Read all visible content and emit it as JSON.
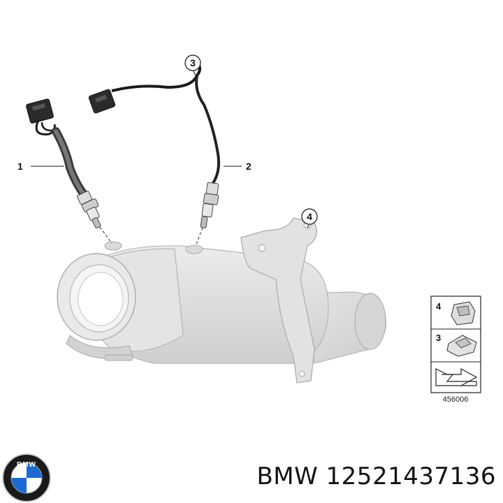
{
  "callouts": [
    {
      "id": "1",
      "label": "1"
    },
    {
      "id": "2",
      "label": "2"
    },
    {
      "id": "3",
      "label": "3"
    },
    {
      "id": "4",
      "label": "4"
    }
  ],
  "inset": {
    "rows": [
      "4",
      "3"
    ],
    "reference_code": "456006"
  },
  "logo": {
    "text": "BMW",
    "colors": {
      "blue": "#1c69d4",
      "ring": "#1a1a1a",
      "white": "#ffffff"
    }
  },
  "caption": {
    "brand": "BMW",
    "part_number": "12521437136"
  }
}
